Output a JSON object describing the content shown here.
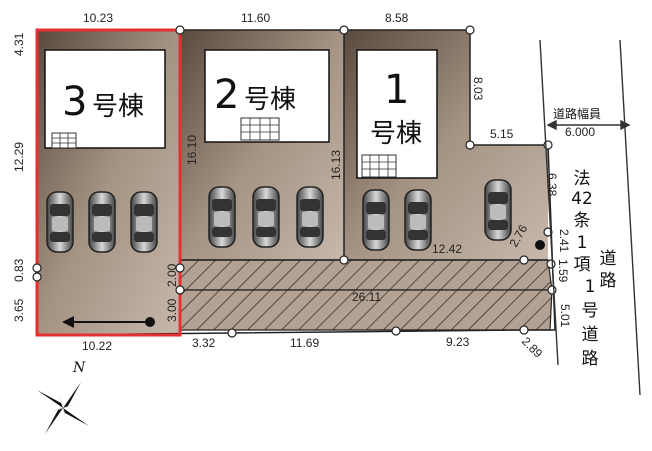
{
  "colors": {
    "lot_dark": "#6e5d4e",
    "lot_light": "#b8a89a",
    "building": "#ffffff",
    "highlight": "#e53030",
    "hatch_bg": "#a89584"
  },
  "buildings": {
    "b3": {
      "num": "3",
      "suffix": "号棟"
    },
    "b2": {
      "num": "2",
      "suffix": "号棟"
    },
    "b1": {
      "num": "1",
      "suffix": "号棟"
    }
  },
  "dims": {
    "top_3": "10.23",
    "top_2": "11.60",
    "top_1": "8.58",
    "left_top": "4.31",
    "left_mid": "12.29",
    "left_083": "0.83",
    "left_365": "3.65",
    "mid_1610": "16.10",
    "mid_1613": "16.13",
    "mid_200": "2.00",
    "mid_300": "3.00",
    "r_803": "8.03",
    "r_515": "5.15",
    "r_638": "6.38",
    "r_276": "2.76",
    "r_241": "2.41",
    "r_159": "1.59",
    "r_501": "5.01",
    "d_1242": "12.42",
    "d_2611": "26.11",
    "b_1022": "10.22",
    "b_332": "3.32",
    "b_1169": "11.69",
    "b_923": "9.23",
    "b_289": "2.89"
  },
  "road": {
    "width_label": "道路幅員",
    "width_value": "6.000",
    "col1": [
      "法",
      "42",
      "条",
      "1",
      "項",
      "1",
      "号",
      "道",
      "路"
    ],
    "col2": [
      "道",
      "路"
    ]
  },
  "compass": {
    "north": "N"
  }
}
